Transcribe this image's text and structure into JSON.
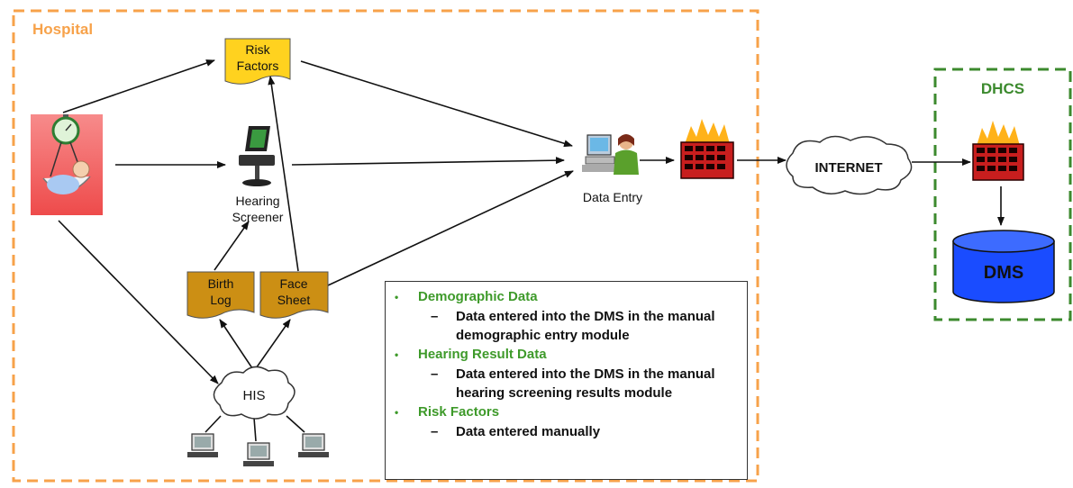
{
  "hospital_label": "Hospital",
  "dhcs_label": "DHCS",
  "nodes": {
    "risk_factors_line1": "Risk",
    "risk_factors_line2": "Factors",
    "hearing_screener_line1": "Hearing",
    "hearing_screener_line2": "Screener",
    "birth_log_line1": "Birth",
    "birth_log_line2": "Log",
    "face_sheet_line1": "Face",
    "face_sheet_line2": "Sheet",
    "his": "HIS",
    "data_entry": "Data Entry",
    "internet": "INTERNET",
    "dms": "DMS"
  },
  "legend": {
    "items": [
      {
        "title": "Demographic Data",
        "detail": "Data entered into the DMS in the manual demographic entry module"
      },
      {
        "title": "Hearing Result Data",
        "detail": "Data entered into the DMS in the manual hearing screening results module"
      },
      {
        "title": "Risk Factors",
        "detail": "Data entered manually"
      }
    ]
  },
  "colors": {
    "hospital_border": "#f7a24a",
    "dhcs_border": "#3c8a2e",
    "legend_title": "#3e9a2a",
    "risk_factors_fill": "#ffd21f",
    "document_fill": "#cc8f14",
    "firewall_fill": "#c81e1e",
    "flame": "#ffb21a",
    "dms_fill": "#1a4cff",
    "baby_bg": "#f46b6b"
  }
}
